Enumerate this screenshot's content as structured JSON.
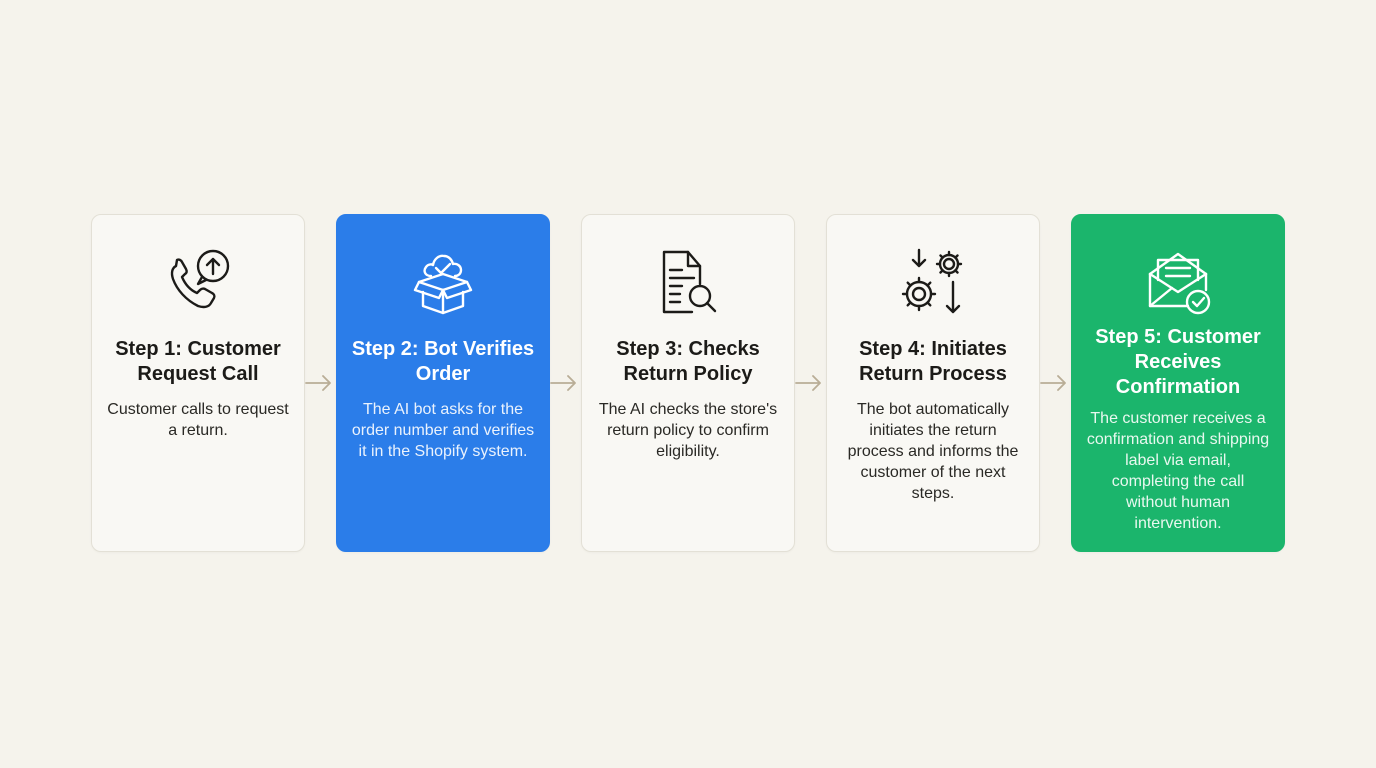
{
  "steps": [
    {
      "title": "Step 1: Customer Request Call",
      "description": "Customer calls to request a return.",
      "icon": "phone-call-icon",
      "color": "#f9f8f4"
    },
    {
      "title": "Step 2: Bot Verifies Order",
      "description": "The AI bot asks for the order number and verifies it in the Shopify system.",
      "icon": "cloud-box-check-icon",
      "color": "#2b7de9"
    },
    {
      "title": "Step 3: Checks Return Policy",
      "description": "The AI checks the store's return policy to confirm eligibility.",
      "icon": "document-search-icon",
      "color": "#f9f8f4"
    },
    {
      "title": "Step 4: Initiates Return Process",
      "description": "The bot automatically initiates the return process and informs the customer of the next steps.",
      "icon": "gears-arrows-icon",
      "color": "#f9f8f4"
    },
    {
      "title": "Step 5: Customer Receives Confirmation",
      "description": "The customer receives a confirmation and shipping label via email, completing the call without human intervention.",
      "icon": "envelope-check-icon",
      "color": "#1bb56c"
    }
  ],
  "arrow_color": "#b9ad96"
}
